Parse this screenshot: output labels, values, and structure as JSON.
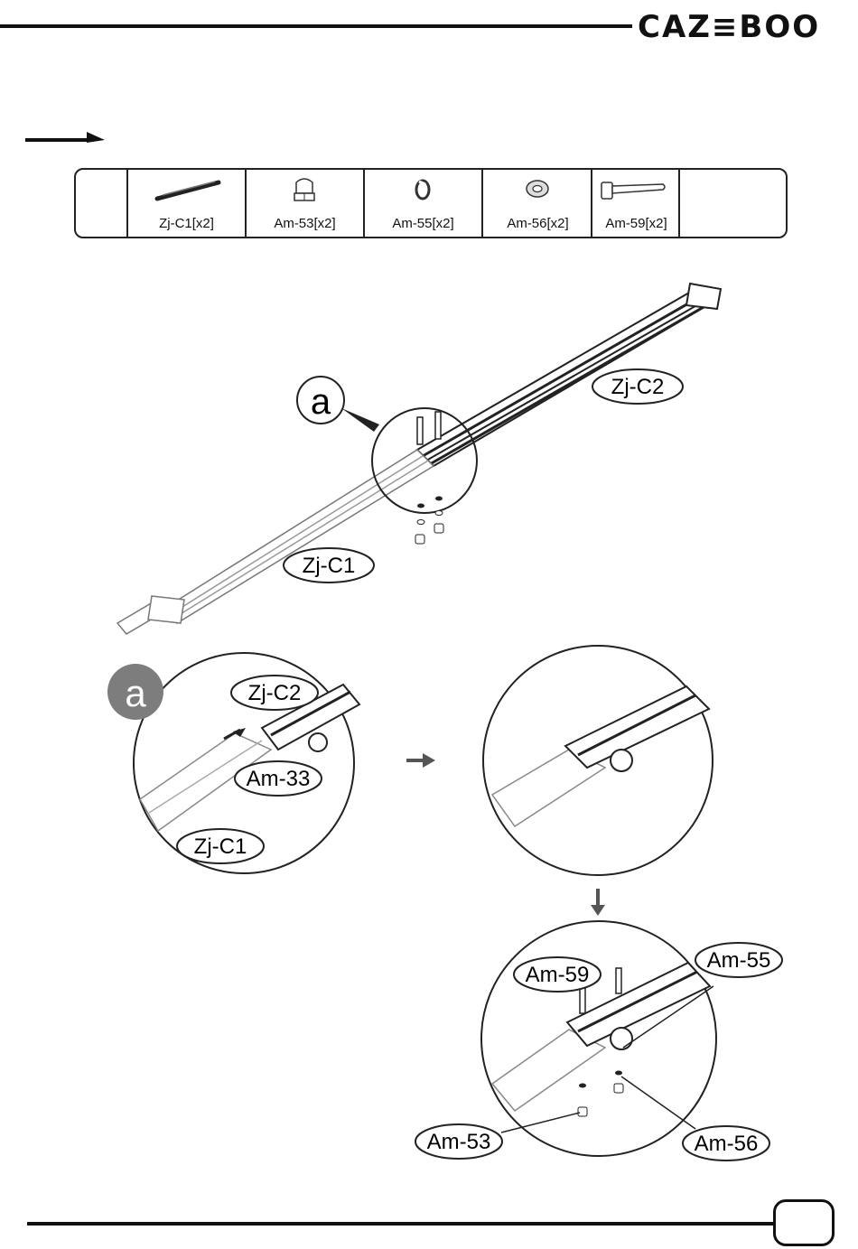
{
  "header": {
    "brand": "CAZ≡BOO"
  },
  "parts": [
    {
      "icon": "pole-icon",
      "label": "Zj-C1[x2]"
    },
    {
      "icon": "cap-nut-icon",
      "label": "Am-53[x2]"
    },
    {
      "icon": "spring-washer-icon",
      "label": "Am-55[x2]"
    },
    {
      "icon": "flat-washer-icon",
      "label": "Am-56[x2]"
    },
    {
      "icon": "bolt-icon",
      "label": "Am-59[x2]"
    }
  ],
  "main": {
    "label_a": "a",
    "label_zj_c2": "Zj-C2",
    "label_zj_c1": "Zj-C1"
  },
  "detail": {
    "badge": "a",
    "step1": {
      "zj_c2": "Zj-C2",
      "am_33": "Am-33",
      "zj_c1": "Zj-C1"
    },
    "step3": {
      "am_59": "Am-59",
      "am_55": "Am-55",
      "am_53": "Am-53",
      "am_56": "Am-56"
    }
  }
}
